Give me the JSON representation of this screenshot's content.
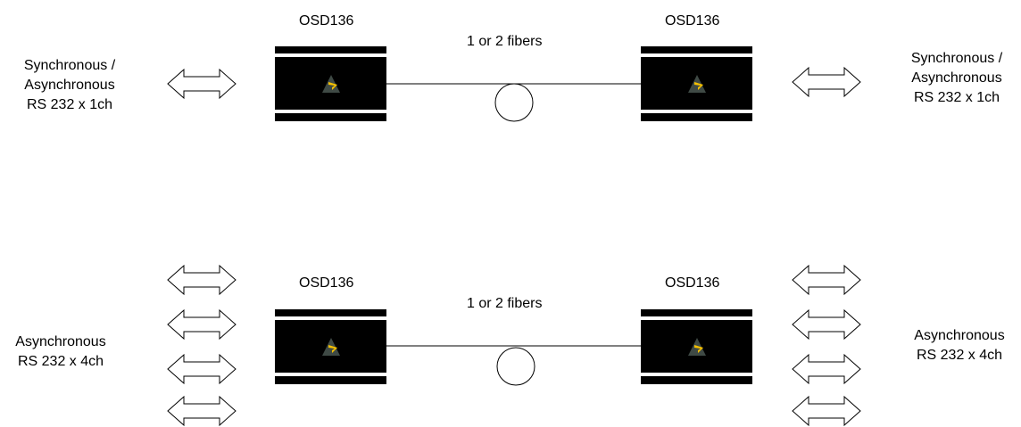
{
  "top": {
    "left_label": [
      "Synchronous /",
      "Asynchronous",
      "RS 232 x 1ch"
    ],
    "right_label": [
      "Synchronous /",
      "Asynchronous",
      "RS 232 x 1ch"
    ],
    "device_left": "OSD136",
    "device_right": "OSD136",
    "fiber_label": "1 or 2  fibers"
  },
  "bottom": {
    "left_label": [
      "Asynchronous",
      "RS 232 x 4ch"
    ],
    "right_label": [
      "Asynchronous",
      "RS 232 x 4ch"
    ],
    "device_left": "OSD136",
    "device_right": "OSD136",
    "fiber_label": "1 or 2  fibers"
  },
  "colors": {
    "device_body": "#000000",
    "logo_dark": "#3f4a45",
    "logo_accent": "#f5c000"
  },
  "icons": {
    "connector": "double-headed-arrow-icon",
    "device_logo": "triangle-logo-icon",
    "fiber_loop": "fiber-loop-icon"
  }
}
